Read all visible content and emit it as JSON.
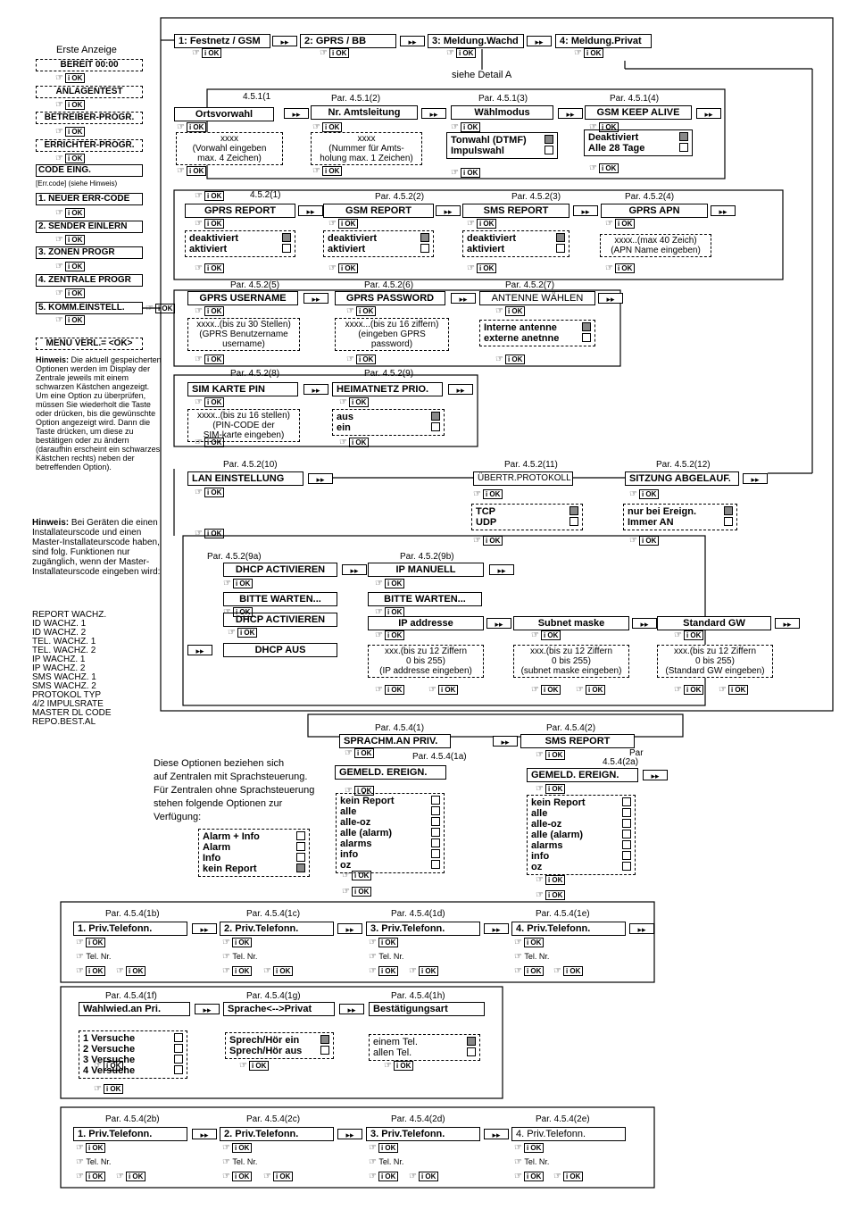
{
  "sidebar": {
    "erste_anzeige": "Erste Anzeige",
    "items": [
      "BEREIT 00:00",
      "ANLAGENTEST",
      "BETREIBER-PROGR.",
      "ERRICHTER-PROGR.",
      "CODE EING."
    ],
    "errcode": "[Err.code] (siehe Hinweis)",
    "menu": [
      "1. NEUER ERR-CODE",
      "2. SENDER EINLERN",
      "3. ZONEN PROGR",
      "4. ZENTRALE PROGR",
      "5. KOMM.EINSTELL."
    ],
    "menu_verl": "MENU VERL.= <OK>",
    "hint1_title": "Hinweis:",
    "hint1": "Die aktuell gespeicherten Optionen werden im Display der Zentrale jeweils mit einem schwarzen Kästchen angezeigt. Um eine Option zu überprüfen, müssen Sie wiederholt die Taste oder drücken, bis die gewünschte Option angezeigt wird. Dann die Taste drücken, um diese zu bestätigen oder zu ändern (daraufhin erscheint ein schwarzes Kästchen rechts) neben der betreffenden Option).",
    "hint2_title": "Hinweis:",
    "hint2": "Bei Geräten die einen Installateurscode und einen Master-Installateurscode haben, sind folg. Funktionen nur zugänglich, wenn der Master-Installateurscode eingeben wird:",
    "master_list": [
      "REPORT WACHZ.",
      "ID WACHZ. 1",
      "ID WACHZ. 2",
      "TEL. WACHZ. 1",
      "TEL. WACHZ. 2",
      "IP WACHZ. 1",
      "IP WACHZ. 2",
      "SMS WACHZ. 1",
      "SMS WACHZ. 2",
      "PROTOKOL TYP",
      "4/2 IMPULSRATE",
      "MASTER DL CODE",
      "REPO.BEST.AL"
    ]
  },
  "top": {
    "items": [
      "1: Festnetz / GSM",
      "2: GPRS / BB",
      "3: Meldung.Wachd",
      "4: Meldung.Privat"
    ],
    "detail": "siehe Detail A"
  },
  "ok_label": "OK",
  "ff_label": "▸▸",
  "sec451": {
    "pars": [
      "4.5.1(1",
      "Par. 4.5.1(2)",
      "Par. 4.5.1(3)",
      "Par. 4.5.1(4)"
    ],
    "boxes": [
      "Ortsvorwahl",
      "Nr. Amtsleitung",
      "Wählmodus",
      "GSM KEEP ALIVE"
    ],
    "ortsvorwahl_note": [
      "xxxx",
      "(Vorwahl eingeben",
      "max. 4 Zeichen)"
    ],
    "amts_note": [
      "xxxx",
      "(Nummer für Amts-",
      "holung max. 1 Zeichen)"
    ],
    "waehl_opts": [
      "Tonwahl (DTMF)",
      "Impulswahl"
    ],
    "gsm_opts": [
      "Deaktiviert",
      "Alle 28 Tage"
    ]
  },
  "sec452a": {
    "pars": [
      "4.5.2(1)",
      "Par. 4.5.2(2)",
      "Par. 4.5.2(3)",
      "Par. 4.5.2(4)"
    ],
    "boxes": [
      "GPRS REPORT",
      "GSM REPORT",
      "SMS REPORT",
      "GPRS APN"
    ],
    "opts": [
      "deaktiviert",
      "aktiviert"
    ],
    "apn_note": [
      "xxxx..(max 40 Zeich)",
      "(APN Name eingeben)"
    ]
  },
  "sec452b": {
    "pars": [
      "Par. 4.5.2(5)",
      "Par. 4.5.2(6)",
      "Par. 4.5.2(7)"
    ],
    "boxes": [
      "GPRS USERNAME",
      "GPRS PASSWORD",
      "ANTENNE WÄHLEN"
    ],
    "user_note": [
      "xxxx..(bis zu 30 Stellen)",
      "(GPRS Benutzername",
      "username)"
    ],
    "pass_note": [
      "xxxx...(bis zu 16 ziffern)",
      "(eingeben GPRS",
      "password)"
    ],
    "ant_opts": [
      "Interne antenne",
      "externe anetnne"
    ]
  },
  "sec452c": {
    "pars": [
      "Par. 4.5.2(8)",
      "Par. 4.5.2(9)"
    ],
    "boxes": [
      "SIM KARTE PIN",
      "HEIMATNETZ PRIO."
    ],
    "pin_note": [
      "xxxx..(bis zu 16 stellen)",
      "(PIN-CODE der",
      "SIM-karte eingeben)"
    ],
    "heim_opts": [
      "aus",
      "ein"
    ]
  },
  "sec452d": {
    "pars": [
      "Par. 4.5.2(10)",
      "Par. 4.5.2(11)",
      "Par. 4.5.2(12)"
    ],
    "boxes": [
      "LAN EINSTELLUNG",
      "ÜBERTR.PROTOKOLL",
      "SITZUNG ABGELAUF."
    ],
    "proto_opts": [
      "TCP",
      "UDP"
    ],
    "sitz_opts": [
      "nur bei Ereign.",
      "Immer AN"
    ]
  },
  "lan": {
    "pars": [
      "Par. 4.5.2(9a)",
      "Par. 4.5.2(9b)"
    ],
    "dhcp": "DHCP ACTIVIEREN",
    "ipman": "IP MANUELL",
    "wait": "BITTE WARTEN...",
    "wait2": "BITTE WARTEN...",
    "dhcp2": "DHCP ACTIVIEREN",
    "dhcpaus": "DHCP AUS",
    "ip_boxes": [
      "IP addresse",
      "Subnet maske",
      "Standard GW"
    ],
    "ip_notes": [
      [
        "xxx.(bis zu 12 Ziffern",
        "0 bis 255)",
        "(IP addresse eingeben)"
      ],
      [
        "xxx.(bis zu 12 Ziffern",
        "0 bis 255)",
        "(subnet maske eingeben)"
      ],
      [
        "xxx.(bis zu 12 Ziffern",
        "0 bis 255)",
        "(Standard GW eingeben)"
      ]
    ]
  },
  "sec454": {
    "pars": [
      "Par. 4.5.4(1)",
      "Par. 4.5.4(2)",
      "Par. 4.5.4(1a)",
      "Par",
      "4.5.4(2a)"
    ],
    "sprach": "SPRACHM.AN PRIV.",
    "sms": "SMS REPORT",
    "gemeld": "GEMELD. EREIGN.",
    "note": [
      "Diese Optionen beziehen sich",
      "auf Zentralen mit Sprachsteuerung.",
      "Für Zentralen ohne Sprachsteuerung",
      "stehen folgende Optionen zur",
      "Verfügung:"
    ],
    "note_opts": [
      "Alarm + Info",
      "Alarm",
      "Info",
      "kein Report"
    ],
    "ereign_opts": [
      "kein Report",
      "alle",
      "alle-oz",
      "alle (alarm)",
      "alarms",
      "info",
      "oz"
    ]
  },
  "tel1": {
    "pars": [
      "Par. 4.5.4(1b)",
      "Par. 4.5.4(1c)",
      "Par. 4.5.4(1d)",
      "Par. 4.5.4(1e)"
    ],
    "boxes": [
      "1. Priv.Telefonn.",
      "2. Priv.Telefonn.",
      "3. Priv.Telefonn.",
      "4. Priv.Telefonn."
    ],
    "telnr": "Tel. Nr."
  },
  "wahl": {
    "pars": [
      "Par. 4.5.4(1f)",
      "Par. 4.5.4(1g)",
      "Par. 4.5.4(1h)"
    ],
    "boxes": [
      "Wahlwied.an Pri.",
      "Sprache<-->Privat",
      "Bestätigungsart"
    ],
    "versuche": [
      "1 Versuche",
      "2 Versuche",
      "3 Versuche",
      "4 Versuche"
    ],
    "sprach_opts": [
      "Sprech/Hör ein",
      "Sprech/Hör aus"
    ],
    "best_opts": [
      "einem Tel.",
      "allen Tel."
    ]
  },
  "tel2": {
    "pars": [
      "Par. 4.5.4(2b)",
      "Par. 4.5.4(2c)",
      "Par. 4.5.4(2d)",
      "Par. 4.5.4(2e)"
    ],
    "boxes": [
      "1. Priv.Telefonn.",
      "2. Priv.Telefonn.",
      "3. Priv.Telefonn.",
      "4. Priv.Telefonn."
    ],
    "telnr": "Tel. Nr."
  }
}
